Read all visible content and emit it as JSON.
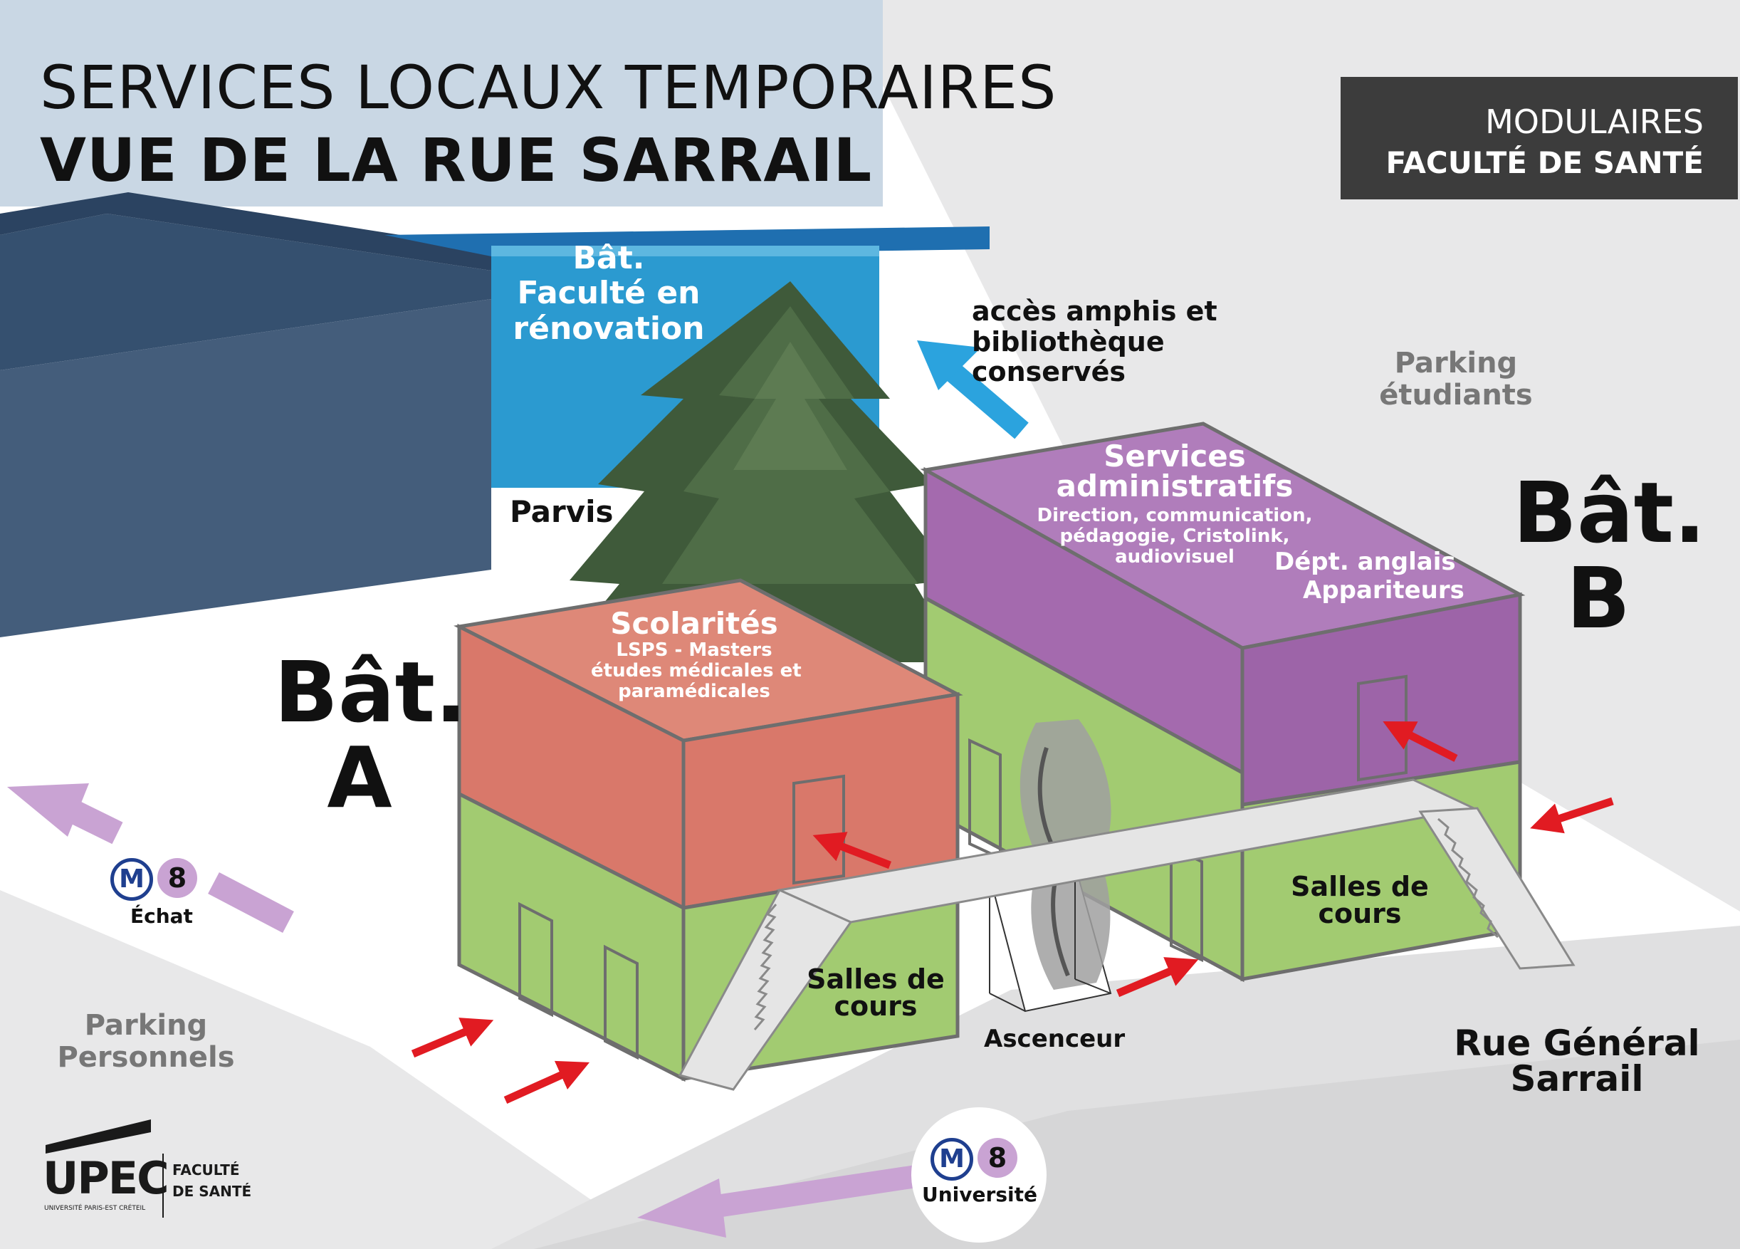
{
  "title": {
    "line1": "SERVICES LOCAUX TEMPORAIRES",
    "line2": "VUE DE LA RUE SARRAIL"
  },
  "badge": {
    "line1": "MODULAIRES",
    "line2": "FACULTÉ DE SANTÉ"
  },
  "labels": {
    "faculte_line1": "Bât.",
    "faculte_line2": "Faculté en",
    "faculte_line3": "rénovation",
    "acces_line1": "accès amphis et",
    "acces_line2": "bibliothèque",
    "acces_line3": "conservés",
    "parking_etudiants_line1": "Parking",
    "parking_etudiants_line2": "étudiants",
    "parvis": "Parvis",
    "bat_a_line1": "Bât.",
    "bat_a_line2": "A",
    "bat_b_line1": "Bât.",
    "bat_b_line2": "B",
    "scolarites_title": "Scolarités",
    "scolarites_line1": "LSPS - Masters",
    "scolarites_line2": "études médicales et",
    "scolarites_line3": "paramédicales",
    "services_title_line1": "Services",
    "services_title_line2": "administratifs",
    "services_line1": "Direction, communication,",
    "services_line2": "pédagogie, Cristolink,",
    "services_line3": "audiovisuel",
    "dept_anglais": "Dépt. anglais",
    "appariteurs": "Appariteurs",
    "salles_a_line1": "Salles de",
    "salles_a_line2": "cours",
    "salles_b_line1": "Salles de",
    "salles_b_line2": "cours",
    "ascenceur": "Ascenceur",
    "rue_line1": "Rue Général",
    "rue_line2": "Sarrail",
    "parking_personnels_line1": "Parking",
    "parking_personnels_line2": "Personnels"
  },
  "metro": {
    "echat": {
      "m": "M",
      "line": "8",
      "station": "Échat"
    },
    "universite": {
      "m": "M",
      "line": "8",
      "station": "Université"
    }
  },
  "logo": {
    "wordmark": "UPEC",
    "tagline": "UNIVERSITÉ PARIS-EST CRÉTEIL",
    "faculty_line1": "FACULTÉ",
    "faculty_line2": "DE SANTÉ"
  },
  "colors": {
    "building_a": "#d9786a",
    "building_b": "#a46aae",
    "ground_floor": "#a2cb71",
    "faculte": "#2b9ad0",
    "dark_building": "#445d7b",
    "entry_arrows": "#e11b22",
    "metro_arrows": "#c9a3d3",
    "access_arrow": "#2ba3de",
    "badge_bg": "#3c3c3c"
  }
}
